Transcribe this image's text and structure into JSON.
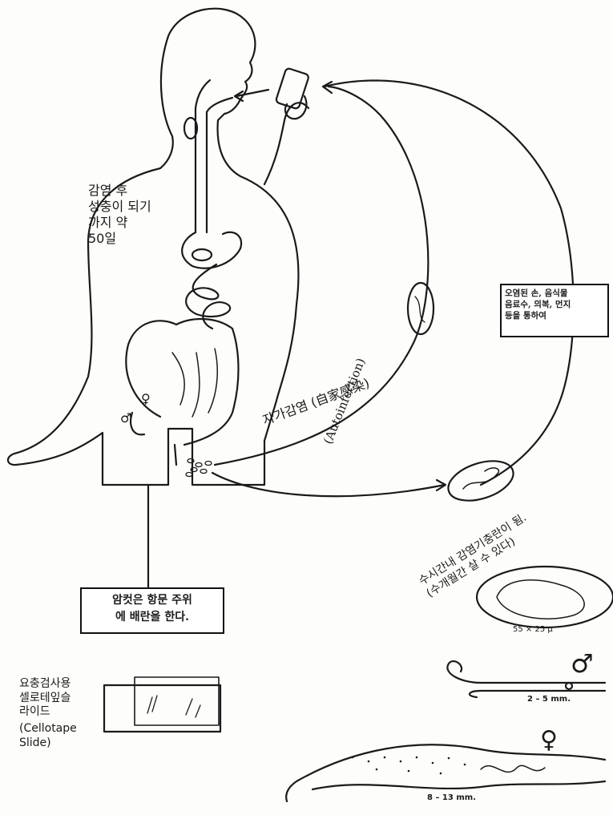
{
  "labels": {
    "dev_time": "감염 후\n성충이 되기\n까지 약\n50일",
    "autoinfection_kr": "자가감염 (自家感染)",
    "autoinfection_en": "(Autoinfection)",
    "infection_box": "오염된 손, 음식물\n음료수, 의복, 먼지\n등을 통하여",
    "larva_note": "수시간내 감염기충란이 됨.\n(수개월간 살 수 있다)",
    "egg_size": "55 × 25 µ",
    "male_size": "2 – 5 mm.",
    "female_size": "8 – 13 mm.",
    "anus_box": "암컷은 항문 주위\n에 배란을 한다.",
    "slide_label_kr": "요충검사용\n셀로테잎슬\n라이드",
    "slide_label_en": "(Cellotape\nSlide)",
    "female_mark_small": "♀",
    "male_mark_small": "♂",
    "male_symbol": "♂",
    "female_symbol": "♀"
  },
  "colors": {
    "ink": "#1a1a1a",
    "paper": "#fdfdfb"
  }
}
